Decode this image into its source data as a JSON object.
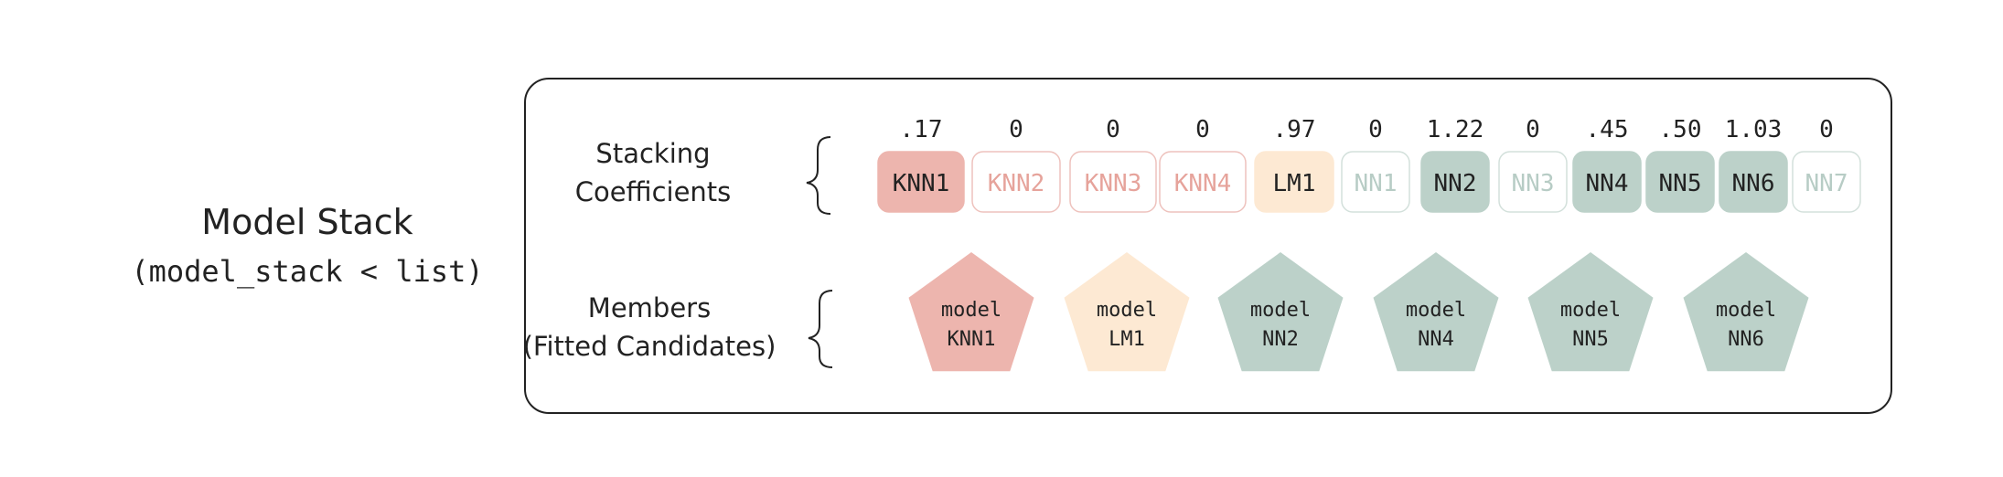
{
  "left_title": {
    "line1": "Model Stack",
    "line2": "(model_stack < list)"
  },
  "coefficients_label": {
    "line1": "Stacking",
    "line2": "Coefficients"
  },
  "members_label": {
    "line1": "Members",
    "line2": "(Fitted Candidates)"
  },
  "candidates": [
    {
      "name": "KNN1",
      "coef": ".17",
      "active": true,
      "family": "knn"
    },
    {
      "name": "KNN2",
      "coef": "0",
      "active": false,
      "family": "knn"
    },
    {
      "name": "KNN3",
      "coef": "0",
      "active": false,
      "family": "knn"
    },
    {
      "name": "KNN4",
      "coef": "0",
      "active": false,
      "family": "knn"
    },
    {
      "name": "LM1",
      "coef": ".97",
      "active": true,
      "family": "lm"
    },
    {
      "name": "NN1",
      "coef": "0",
      "active": false,
      "family": "nn"
    },
    {
      "name": "NN2",
      "coef": "1.22",
      "active": true,
      "family": "nn"
    },
    {
      "name": "NN3",
      "coef": "0",
      "active": false,
      "family": "nn"
    },
    {
      "name": "NN4",
      "coef": ".45",
      "active": true,
      "family": "nn"
    },
    {
      "name": "NN5",
      "coef": ".50",
      "active": true,
      "family": "nn"
    },
    {
      "name": "NN6",
      "coef": "1.03",
      "active": true,
      "family": "nn"
    },
    {
      "name": "NN7",
      "coef": "0",
      "active": false,
      "family": "nn"
    }
  ],
  "members": [
    {
      "line1": "model",
      "line2": "KNN1",
      "family": "knn"
    },
    {
      "line1": "model",
      "line2": "LM1",
      "family": "lm"
    },
    {
      "line1": "model",
      "line2": "NN2",
      "family": "nn"
    },
    {
      "line1": "model",
      "line2": "NN4",
      "family": "nn"
    },
    {
      "line1": "model",
      "line2": "NN5",
      "family": "nn"
    },
    {
      "line1": "model",
      "line2": "NN6",
      "family": "nn"
    }
  ],
  "colors": {
    "knn_fill": "#edb5ae",
    "knn_text_inactive": "#e6a39b",
    "knn_border_inactive": "#eec2bd",
    "lm_fill": "#fde9d3",
    "nn_fill": "#bcd1c9",
    "nn_text_inactive": "#b7ccc5",
    "nn_border_inactive": "#d3e0db",
    "text_dark": "#222222",
    "frame_stroke": "#222222"
  }
}
